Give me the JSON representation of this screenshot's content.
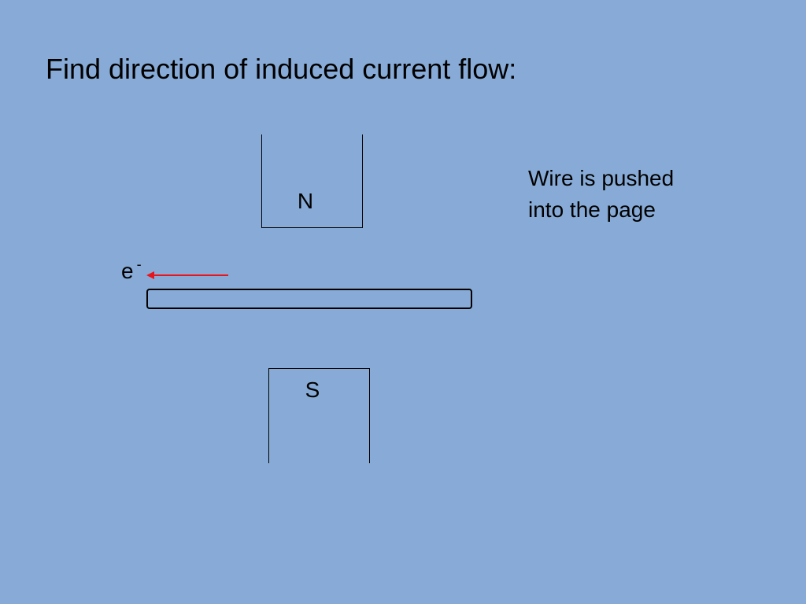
{
  "slide": {
    "title": "Find direction of induced current flow:",
    "background_color": "#87abd6"
  },
  "diagram": {
    "north_pole_label": "N",
    "south_pole_label": "S",
    "electron_symbol": "e",
    "electron_charge": "-",
    "velocity_arrow_direction": "left",
    "arrow_color": "#e8141a",
    "note": "Wire is pushed into the page"
  }
}
